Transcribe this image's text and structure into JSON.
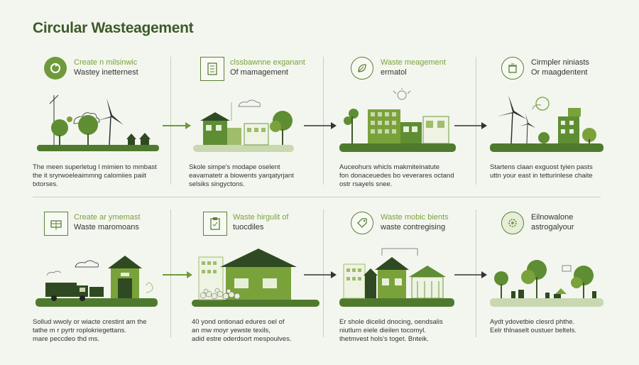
{
  "title": "Circular Wasteagement",
  "rows": [
    [
      {
        "line1": "Create n milsinwic",
        "line2": "Wastey inetternest",
        "desc": [
          "The meen superletug l mimien to mmbast",
          "the it sryrwoeleaimmng calomiies paiit",
          "txtorses."
        ],
        "icon": "recycle-icon"
      },
      {
        "line1": "clssbawnne exganant",
        "line2": "Of mamagement",
        "desc": [
          "Skole simpe's modape oselent",
          "eavamatetr a biowents yarqatyrjant",
          "selsiks singyctons."
        ],
        "icon": "document-icon"
      },
      {
        "line1": "Waste meagement",
        "line2": "ermatol",
        "desc": [
          "Auceohurs whicls makmiteinatute",
          "fon donaceuedes bo veverares octand",
          "ostr rsayels snee."
        ],
        "icon": "leaf-icon"
      },
      {
        "line1": "Cirmpler niniasts",
        "line2": "Or maagdentent",
        "desc": [
          "Startens claan exguost tyien pasts",
          "uttn your east in tetturinlese chaite"
        ],
        "icon": "bin-icon"
      }
    ],
    [
      {
        "line1": "Create ar ymemast",
        "line2": "Waste maromoans",
        "desc": [
          "Sollud wwoly or wiacte crestint am the",
          "tathe m r pyrtr roplokriegettans.",
          "mare peccdeo thd ms."
        ],
        "icon": "solar-icon"
      },
      {
        "line1": "Waste hirgulit of",
        "line2": "tuocdiles",
        "desc": [
          "40 yond ontionad edures oel of",
          "an mw moyr yewste texils,",
          "adid estre oderdsort mespoulves."
        ],
        "icon": "clipboard-icon"
      },
      {
        "line1": "Waste mobic bients",
        "line2": "waste contregising",
        "desc": [
          "Er shole dicelid dnocing, oendsalis",
          "niutlurn eiele dieilen tocomyl.",
          "thetmvest hols's toget. Bnteik."
        ],
        "icon": "tag-icon"
      },
      {
        "line1": "Eilnowalone",
        "line2": "astrogalyour",
        "desc": [
          "Aydt ydovetbie clesrd phthe.",
          "Eelr thlnaselt oustuer beltels."
        ],
        "icon": "gear-leaf-icon"
      }
    ]
  ]
}
